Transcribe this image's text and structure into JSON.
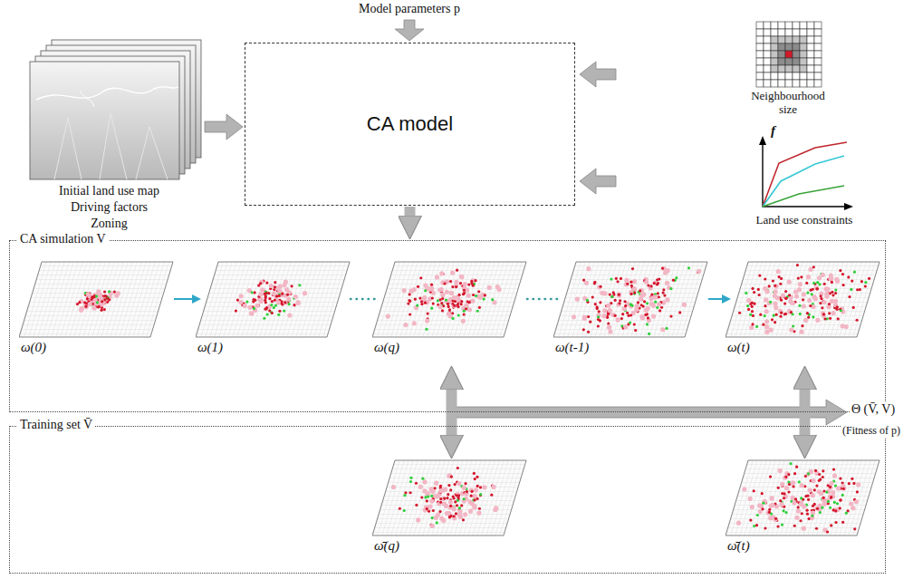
{
  "diagram": {
    "nodes": [
      {
        "text": [
          "CA model"
        ]
      },
      {
        "text": [
          "CA simulation V"
        ]
      },
      {
        "text": [
          "ω(0)"
        ],
        "in": 1
      },
      {
        "text": [
          "ω(1)"
        ],
        "in": 1
      },
      {
        "text": [
          "ω(q)"
        ],
        "in": 1
      },
      {
        "text": [
          "ω(t-1)"
        ],
        "in": 1
      },
      {
        "text": [
          "ω(t)"
        ],
        "in": 1
      },
      {
        "text": [
          "Training set V̄"
        ]
      },
      {
        "text": [
          "ω̄(q)"
        ],
        "in": 7
      },
      {
        "text": [
          "ω̄(t)"
        ],
        "in": 7
      }
    ],
    "edges": [
      {
        "from": 0,
        "to": 1,
        "arrow": "to"
      },
      {
        "from": 2,
        "to": 3,
        "arrow": "to"
      },
      {
        "from": 3,
        "to": 4,
        "arrow": "none"
      },
      {
        "from": 4,
        "to": 5,
        "arrow": "none"
      },
      {
        "from": 5,
        "to": 6,
        "arrow": "to"
      },
      {
        "from": 4,
        "to": 8,
        "arrow": "both"
      },
      {
        "from": 6,
        "to": 9,
        "arrow": "both"
      }
    ],
    "labels": [
      "Model parameters p",
      "Initial land use map",
      "Driving factors",
      "Zoning",
      "Neighbourhood size",
      "f",
      "Land use constraints",
      "Θ (V̄, V)",
      "(Fitness of p)"
    ]
  }
}
